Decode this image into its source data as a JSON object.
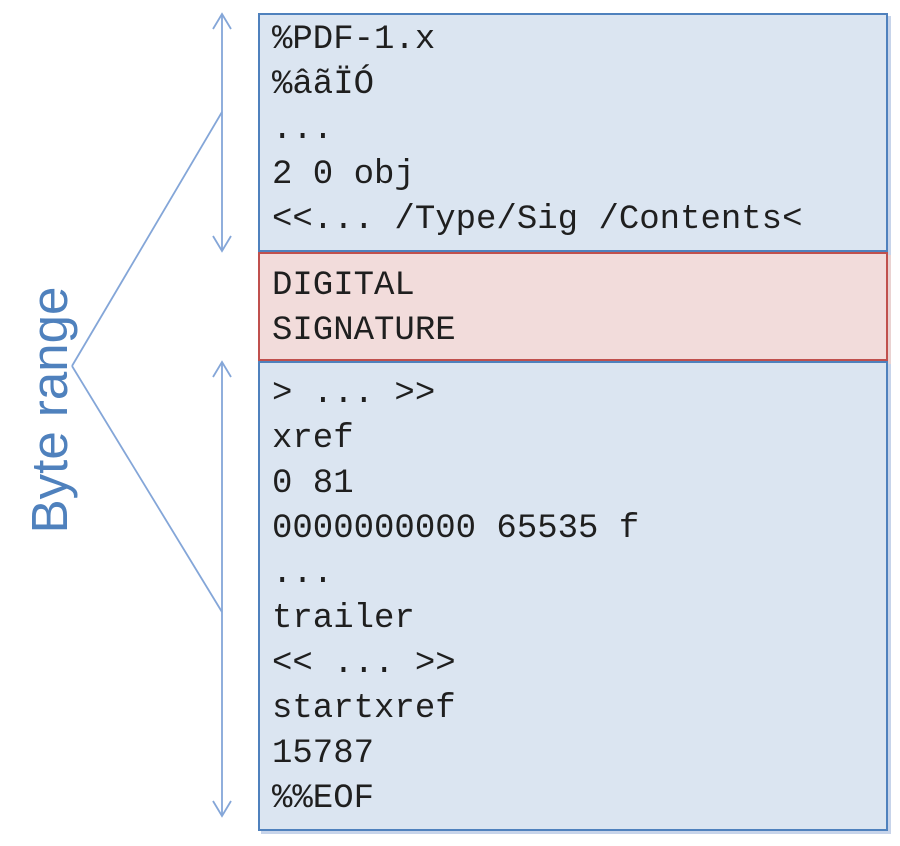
{
  "diagram": {
    "label": "Byte range",
    "colors": {
      "box_blue_fill": "#dbe5f1",
      "box_blue_border": "#4f81bd",
      "box_red_fill": "#f2dcdb",
      "box_red_border": "#c0504d",
      "line_blue": "#84a6d8",
      "label_blue": "#4f81bd",
      "code_text": "#1f1f1f"
    },
    "boxes": {
      "pdf_header": {
        "role": "signed byte range (before signature)",
        "lines": [
          "%PDF-1.x",
          "%âãÏÓ",
          "...",
          "2 0 obj",
          "<<... /Type/Sig /Contents<"
        ]
      },
      "signature": {
        "role": "signature contents (excluded from byte range)",
        "lines": [
          "DIGITAL",
          "SIGNATURE"
        ]
      },
      "pdf_trailer": {
        "role": "signed byte range (after signature)",
        "lines": [
          "> ... >>",
          "xref",
          "0 81",
          "0000000000 65535 f",
          "...",
          "trailer",
          "<< ... >>",
          "startxref",
          "15787",
          "%%EOF"
        ]
      }
    }
  }
}
